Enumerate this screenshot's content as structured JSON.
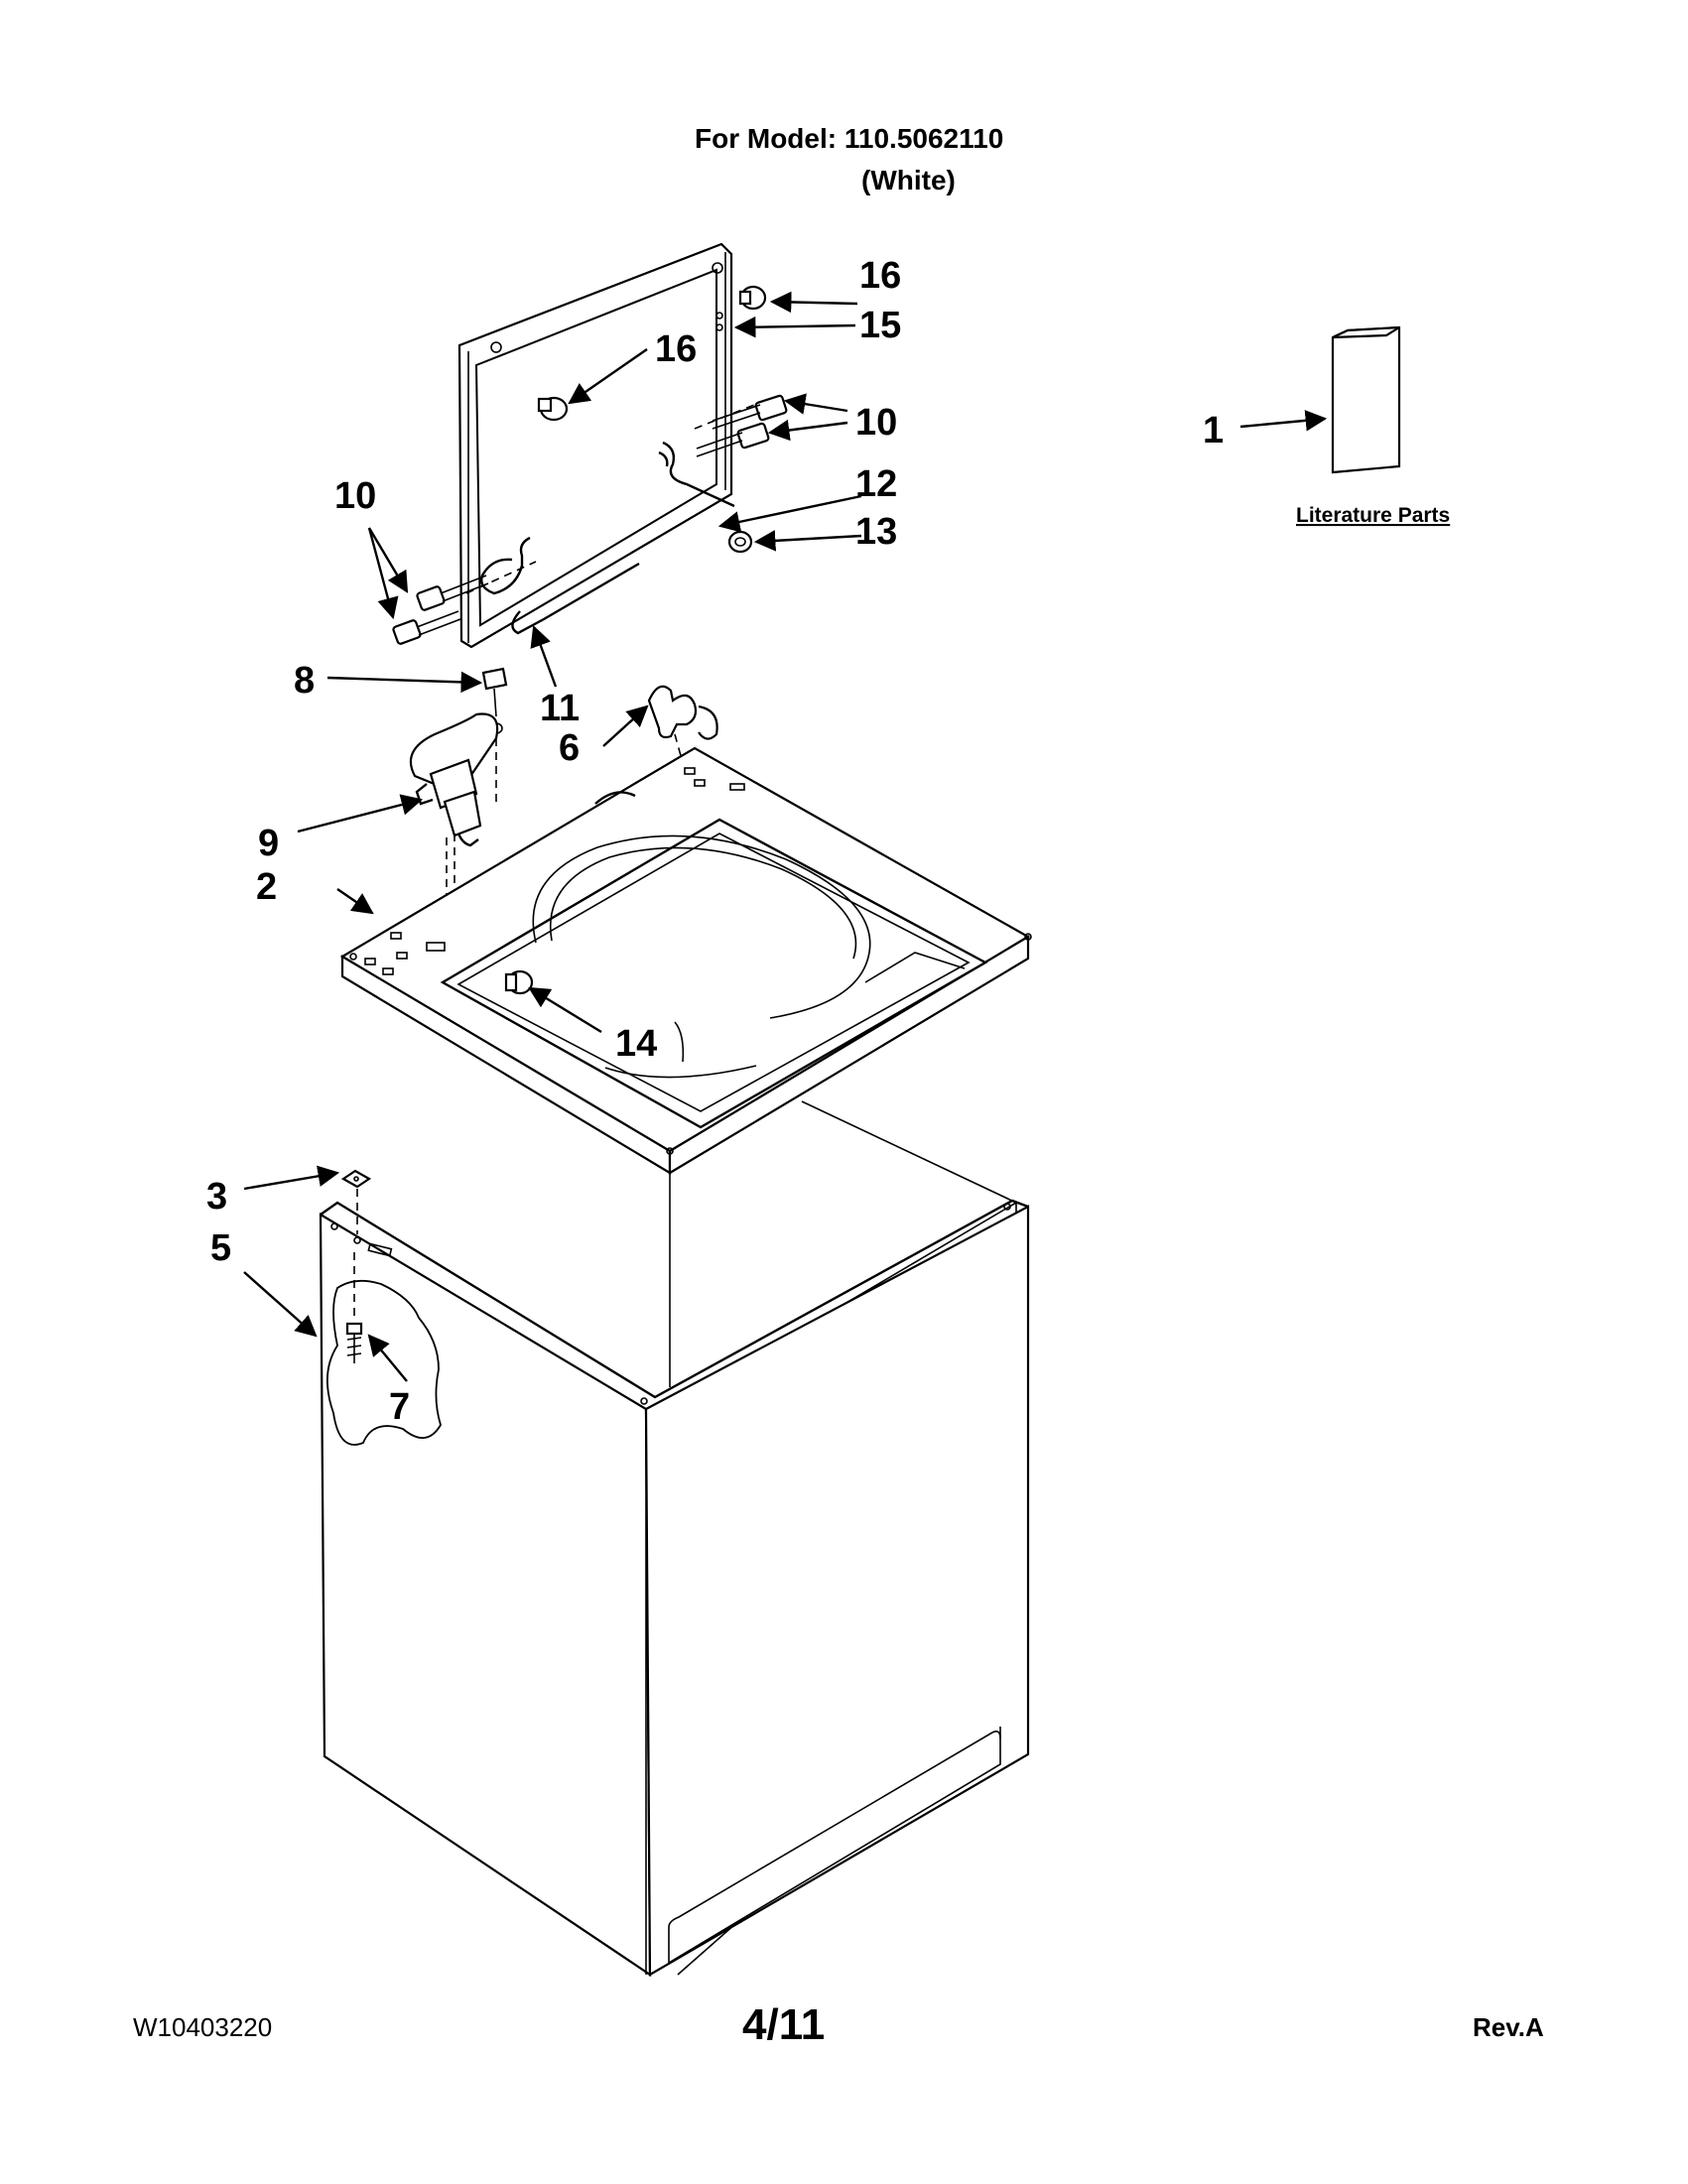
{
  "header": {
    "model_line": "For Model: 110.5062110",
    "color_line": "(White)"
  },
  "footer": {
    "doc_number": "W10403220",
    "page": "4/11",
    "revision": "Rev.A"
  },
  "literature_label": "Literature Parts",
  "callouts": {
    "c1": "1",
    "c2": "2",
    "c3": "3",
    "c5": "5",
    "c6": "6",
    "c7": "7",
    "c8": "8",
    "c9": "9",
    "c10_left": "10",
    "c10_right": "10",
    "c11": "11",
    "c12": "12",
    "c13": "13",
    "c14": "14",
    "c15": "15",
    "c16_top": "16",
    "c16_mid": "16"
  }
}
